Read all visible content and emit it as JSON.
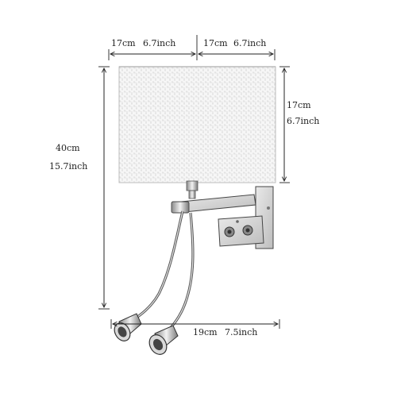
{
  "dimensions": {
    "shade_width_front": {
      "metric": "17cm",
      "imperial": "6.7inch"
    },
    "shade_width_side": {
      "metric": "17cm",
      "imperial": "6.7inch"
    },
    "shade_height": {
      "metric": "17cm",
      "imperial": "6.7inch"
    },
    "total_height": {
      "metric": "40cm",
      "imperial": "15.7inch"
    },
    "total_depth": {
      "metric": "19cm",
      "imperial": "7.5inch"
    }
  },
  "colors": {
    "line": "#333333",
    "shade_fill": "#f4f4f4",
    "shade_texture": "#c9c9c9",
    "metal_dark": "#555555",
    "metal_light": "#e6e6e6",
    "arrow": "#222222"
  }
}
